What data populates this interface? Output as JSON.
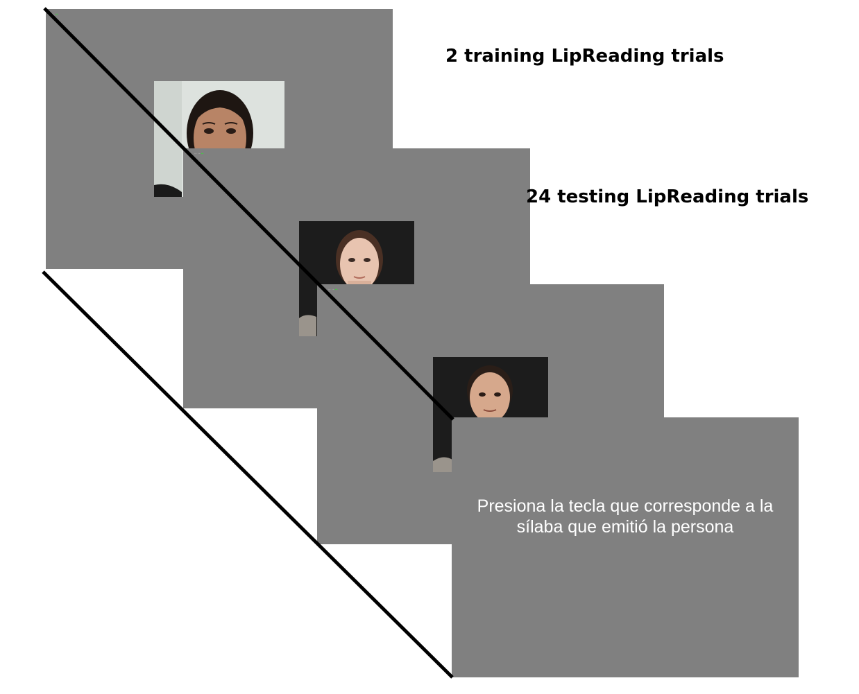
{
  "stages": {
    "training_label": "2 training LipReading trials",
    "testing_label": "24 testing LipReading trials"
  },
  "screens": [
    {
      "id": "screen-1",
      "content": "face-video",
      "speaker": "woman-dark-hair"
    },
    {
      "id": "screen-2",
      "content": "face-video",
      "speaker": "woman-brown-hair"
    },
    {
      "id": "screen-3",
      "content": "face-video",
      "speaker": "man-short-hair"
    },
    {
      "id": "screen-4",
      "content": "response-prompt"
    }
  ],
  "response_prompt": {
    "line1": "Presiona la tecla que corresponde a la",
    "line2": "sílaba que emitió la persona"
  },
  "colors": {
    "screen_background": "#808080",
    "stage_text": "#000000",
    "prompt_text": "#ffffff",
    "timeline_line": "#000000"
  }
}
